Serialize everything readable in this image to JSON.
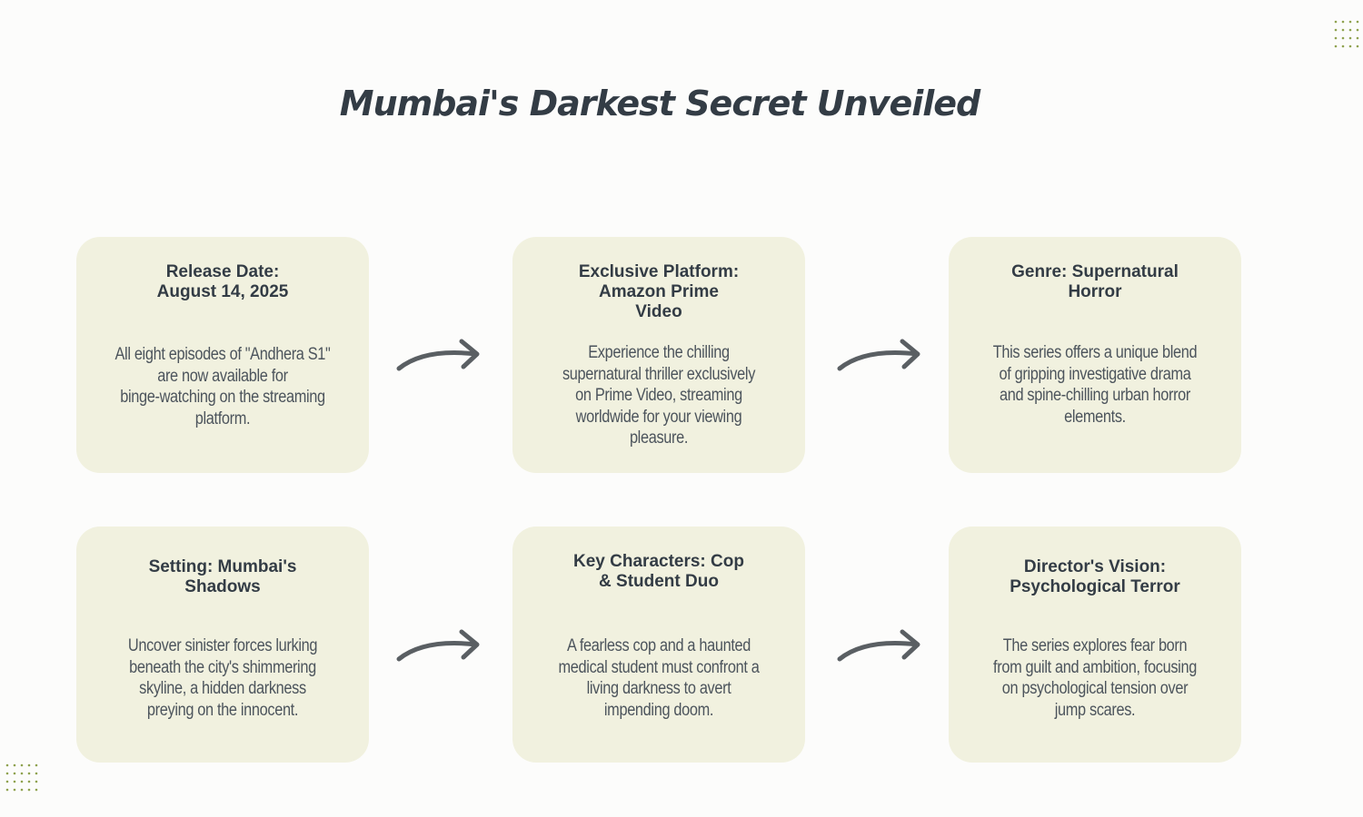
{
  "title": "Mumbai's Darkest Secret Unveiled",
  "accent_color": "#333c45",
  "card_color": "#f1f1df",
  "arrow_color": "#5a5f63",
  "cards": [
    {
      "heading": "Release Date:\nAugust 14, 2025",
      "body": "All eight episodes of \"Andhera S1\"\nare now available for\nbinge-watching on the streaming\nplatform."
    },
    {
      "heading": "Exclusive Platform:\nAmazon Prime\nVideo",
      "body": "Experience the chilling\nsupernatural thriller exclusively\non Prime Video, streaming\nworldwide for your viewing\npleasure."
    },
    {
      "heading": "Genre: Supernatural\nHorror",
      "body": "This series offers a unique blend\nof gripping investigative drama\nand spine-chilling urban horror\nelements."
    },
    {
      "heading": "Setting: Mumbai's\nShadows",
      "body": "Uncover sinister forces lurking\nbeneath the city's shimmering\nskyline, a hidden darkness\npreying on the innocent."
    },
    {
      "heading": "Key Characters: Cop\n& Student Duo",
      "body": "A fearless cop and a haunted\nmedical student must confront a\nliving darkness to avert\nimpending doom."
    },
    {
      "heading": "Director's Vision:\nPsychological Terror",
      "body": "The series explores fear born\nfrom guilt and ambition, focusing\non psychological tension over\njump scares."
    }
  ]
}
